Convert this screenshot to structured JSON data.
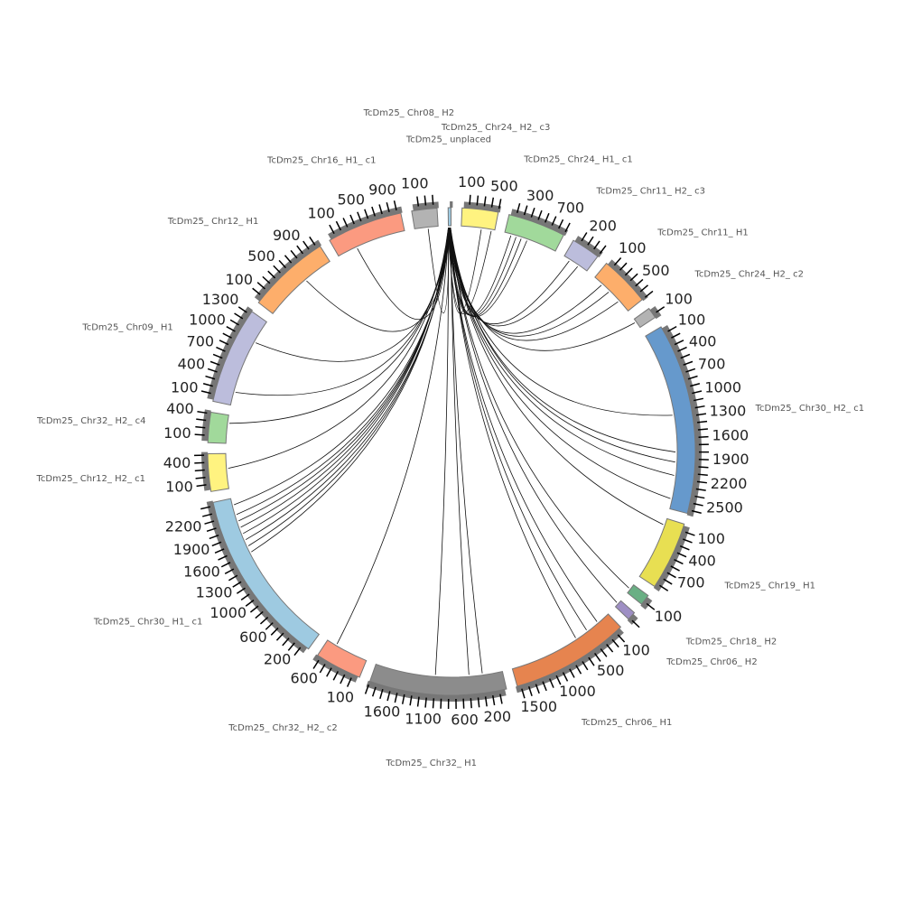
{
  "segments": [
    {
      "name": "TcDm25_ unplaced",
      "length": 40,
      "color": "#9ecae1",
      "ticks": false
    },
    {
      "name": "TcDm25_ Chr24_ H2_ c3",
      "length": 500,
      "color": "#fff380"
    },
    {
      "name": "TcDm25_ Chr24_ H1_ c1",
      "length": 800,
      "color": "#a1d99b"
    },
    {
      "name": "TcDm25_ Chr11_ H2_ c3",
      "length": 400,
      "color": "#bcbddc"
    },
    {
      "name": "TcDm25_ Chr11_ H1",
      "length": 700,
      "color": "#fdae6b"
    },
    {
      "name": "TcDm25_ Chr24_ H2_ c2",
      "length": 150,
      "color": "#b3b3b3"
    },
    {
      "name": "TcDm25_ Chr30_ H2_ c1",
      "length": 2650,
      "color": "#6699cc"
    },
    {
      "name": "TcDm25_ Chr19_ H1",
      "length": 950,
      "color": "#e8df52"
    },
    {
      "name": "TcDm25_ Chr18_ H2",
      "length": 150,
      "color": "#6aaf84"
    },
    {
      "name": "TcDm25_ Chr06_ H2",
      "length": 120,
      "color": "#9e8fc4"
    },
    {
      "name": "TcDm25_ Chr06_ H1",
      "length": 1650,
      "color": "#e6844f"
    },
    {
      "name": "TcDm25_ Chr32_ H1",
      "length": 1900,
      "color": "#8c8c8c"
    },
    {
      "name": "TcDm25_ Chr32_ H2_ c2",
      "length": 650,
      "color": "#fb9a80"
    },
    {
      "name": "TcDm25_ Chr30_ H1_ c1",
      "length": 2450,
      "color": "#9ecae1"
    },
    {
      "name": "TcDm25_ Chr12_ H2_ c1",
      "length": 520,
      "color": "#fff380"
    },
    {
      "name": "TcDm25_ Chr32_ H2_ c4",
      "length": 420,
      "color": "#a1d99b"
    },
    {
      "name": "TcDm25_ Chr09_ H1",
      "length": 1350,
      "color": "#bcbddc"
    },
    {
      "name": "TcDm25_ Chr12_ H1",
      "length": 1150,
      "color": "#fdae6b"
    },
    {
      "name": "TcDm25_ Chr16_ H1_ c1",
      "length": 1050,
      "color": "#fb9a80"
    },
    {
      "name": "TcDm25_ Chr08_ H2",
      "length": 350,
      "color": "#b3b3b3"
    }
  ],
  "links": [
    [
      1,
      450
    ],
    [
      1,
      300
    ],
    [
      2,
      100
    ],
    [
      2,
      180
    ],
    [
      2,
      260
    ],
    [
      2,
      350
    ],
    [
      3,
      100
    ],
    [
      3,
      250
    ],
    [
      4,
      150
    ],
    [
      4,
      300
    ],
    [
      4,
      500
    ],
    [
      5,
      50
    ],
    [
      6,
      1250
    ],
    [
      6,
      1800
    ],
    [
      6,
      1950
    ],
    [
      6,
      2150
    ],
    [
      6,
      2500
    ],
    [
      7,
      100
    ],
    [
      8,
      80
    ],
    [
      9,
      60
    ],
    [
      10,
      200
    ],
    [
      10,
      400
    ],
    [
      10,
      600
    ],
    [
      11,
      300
    ],
    [
      11,
      500
    ],
    [
      11,
      1000
    ],
    [
      12,
      500
    ],
    [
      13,
      1600
    ],
    [
      13,
      1700
    ],
    [
      13,
      1800
    ],
    [
      13,
      1900
    ],
    [
      13,
      2000
    ],
    [
      13,
      2100
    ],
    [
      13,
      2200
    ],
    [
      13,
      2350
    ],
    [
      14,
      300
    ],
    [
      15,
      300
    ],
    [
      16,
      200
    ],
    [
      16,
      1000
    ],
    [
      17,
      700
    ],
    [
      18,
      300
    ],
    [
      19,
      200
    ]
  ]
}
